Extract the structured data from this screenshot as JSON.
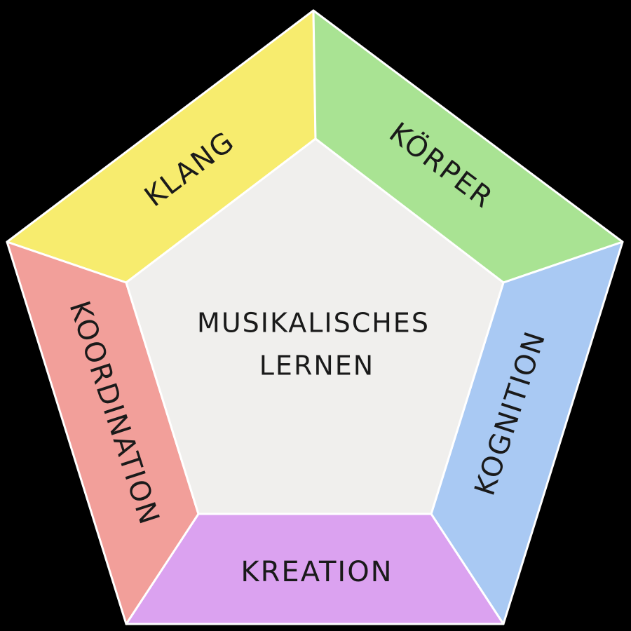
{
  "center": {
    "line1": "MUSIKALISCHES",
    "line2": "LERNEN",
    "color": "#f0efed"
  },
  "segments": [
    {
      "key": "klang",
      "label": "KLANG",
      "color": "#f7ec6e"
    },
    {
      "key": "koerper",
      "label": "KÖRPER",
      "color": "#a9e393"
    },
    {
      "key": "kognition",
      "label": "KOGNITION",
      "color": "#a9c9f3"
    },
    {
      "key": "kreation",
      "label": "KREATION",
      "color": "#dba2f0"
    },
    {
      "key": "koordination",
      "label": "KOORDINATION",
      "color": "#f29f9a"
    }
  ],
  "colors": {
    "background": "#000000",
    "outline": "#ffffff"
  }
}
